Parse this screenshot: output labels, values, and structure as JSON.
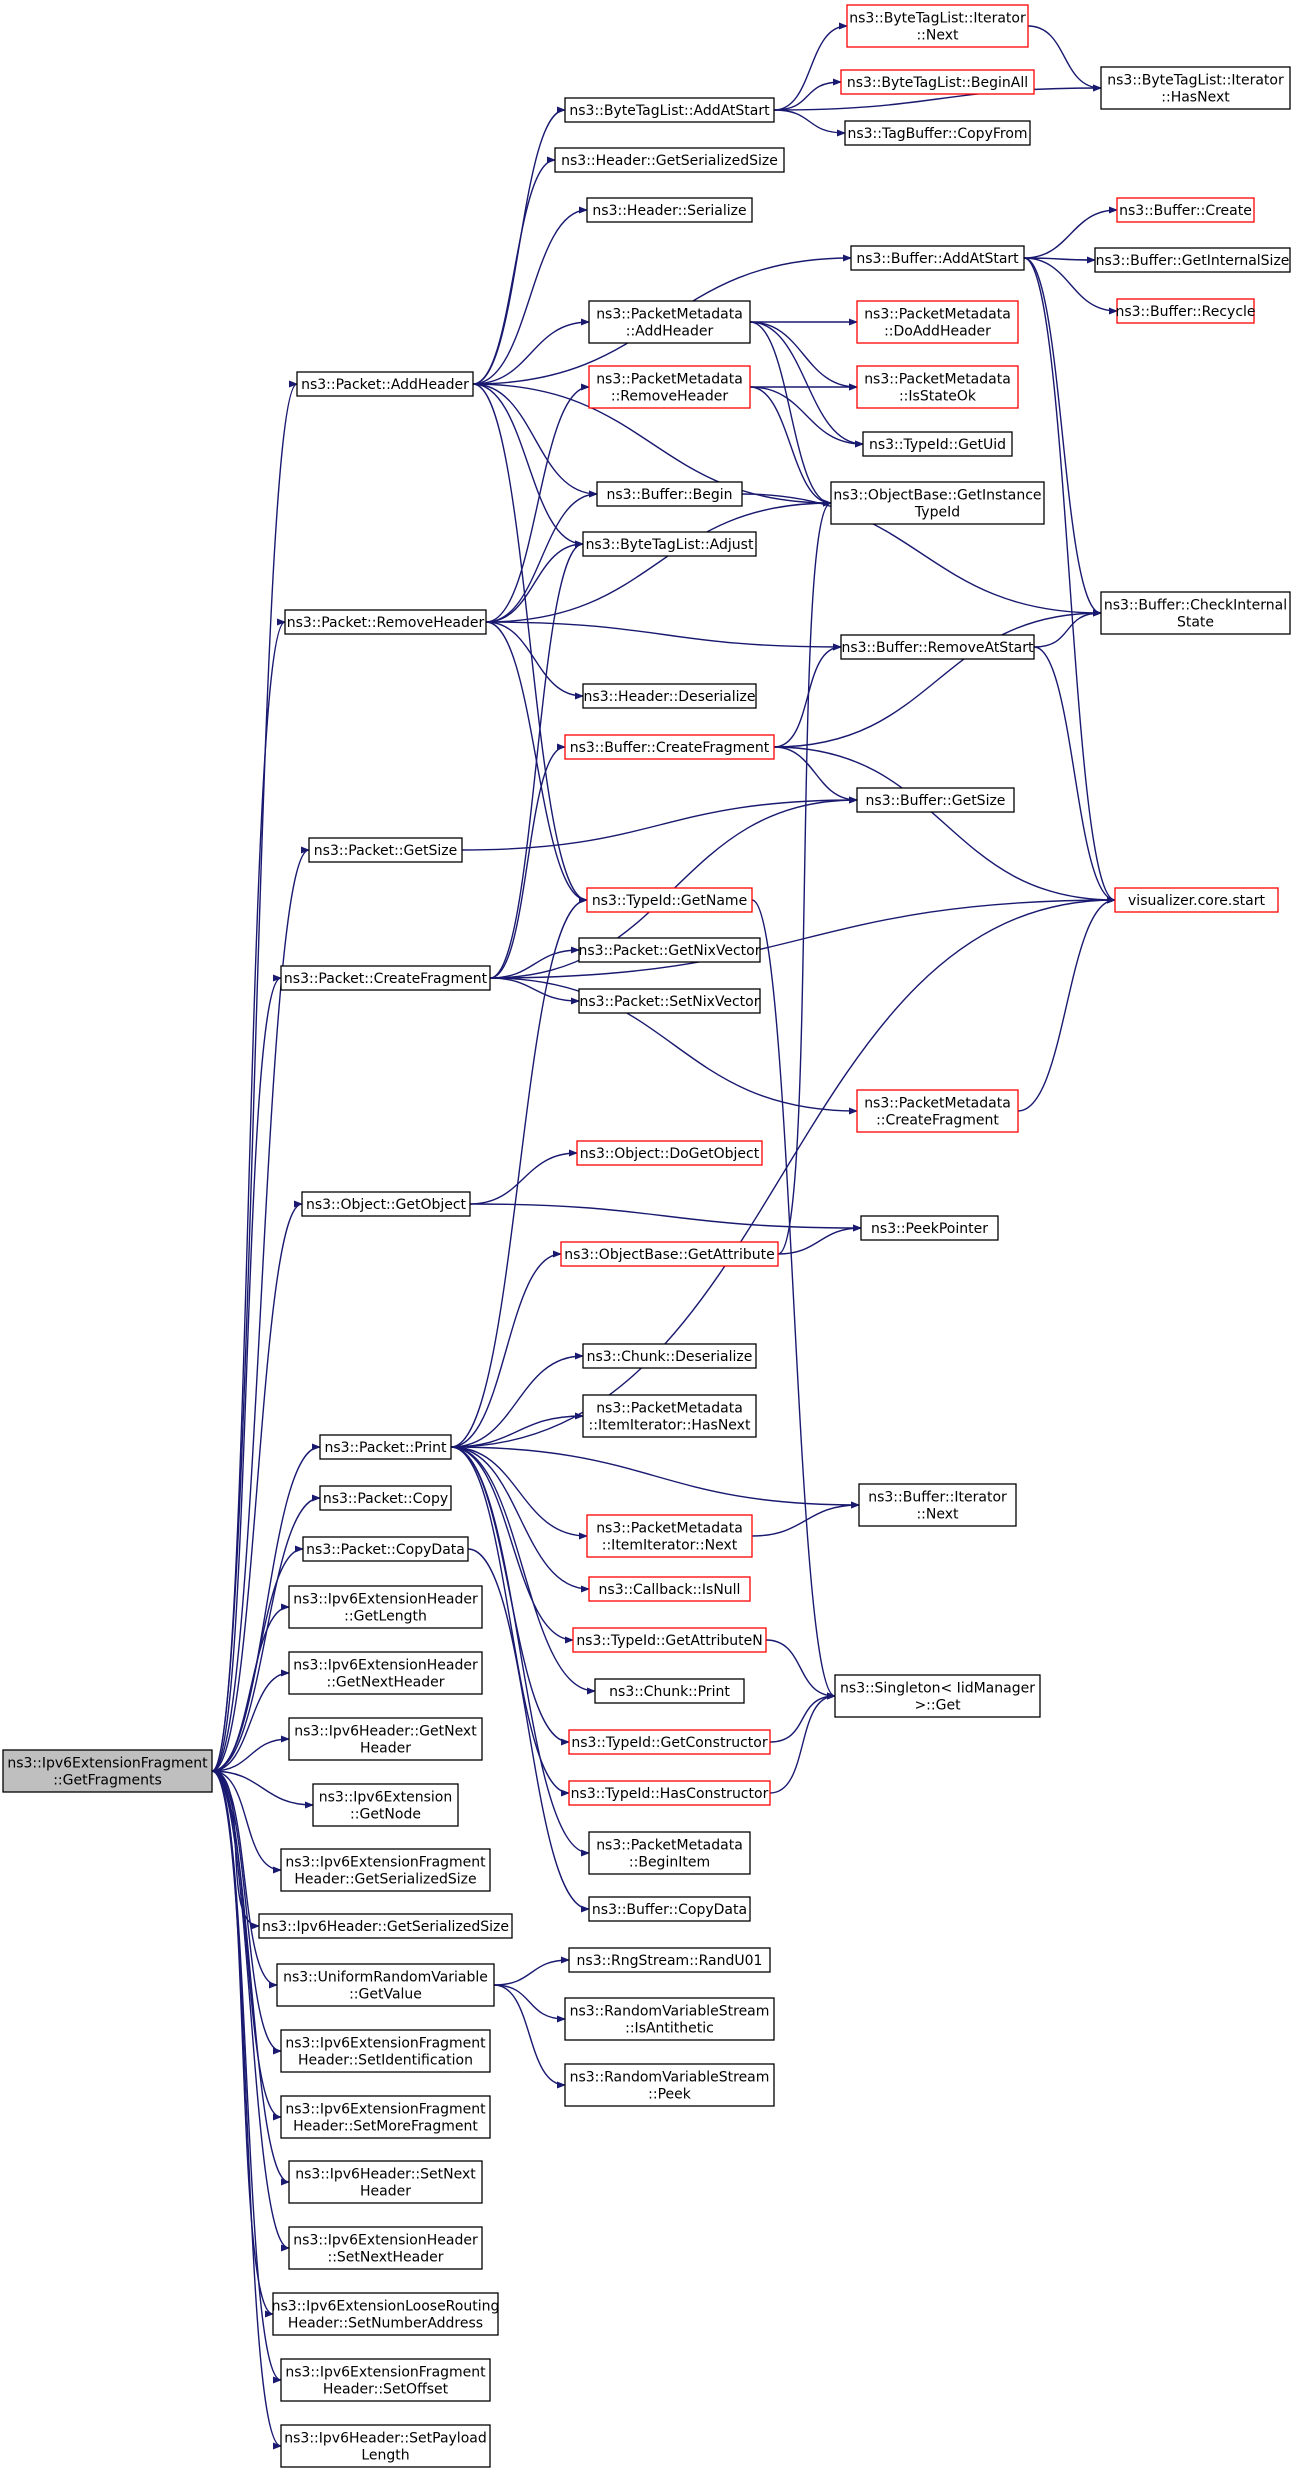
{
  "nodes": [
    {
      "id": "root",
      "lines": [
        "ns3::Ipv6ExtensionFragment",
        "::GetFragments"
      ]
    },
    {
      "id": "n_addheader",
      "lines": [
        "ns3::Packet::AddHeader"
      ]
    },
    {
      "id": "n_removeheader",
      "lines": [
        "ns3::Packet::RemoveHeader"
      ]
    },
    {
      "id": "n_getsize",
      "lines": [
        "ns3::Packet::GetSize"
      ]
    },
    {
      "id": "n_createfragment",
      "lines": [
        "ns3::Packet::CreateFragment"
      ]
    },
    {
      "id": "n_getobject",
      "lines": [
        "ns3::Object::GetObject"
      ]
    },
    {
      "id": "n_print",
      "lines": [
        "ns3::Packet::Print"
      ]
    },
    {
      "id": "n_copy",
      "lines": [
        "ns3::Packet::Copy"
      ]
    },
    {
      "id": "n_copydata",
      "lines": [
        "ns3::Packet::CopyData"
      ]
    },
    {
      "id": "n_exthdr_getlength",
      "lines": [
        "ns3::Ipv6ExtensionHeader",
        "::GetLength"
      ]
    },
    {
      "id": "n_exthdr_getnext",
      "lines": [
        "ns3::Ipv6ExtensionHeader",
        "::GetNextHeader"
      ]
    },
    {
      "id": "n_ipv6hdr_getnext",
      "lines": [
        "ns3::Ipv6Header::GetNext",
        "Header"
      ]
    },
    {
      "id": "n_ext_getnode",
      "lines": [
        "ns3::Ipv6Extension",
        "::GetNode"
      ]
    },
    {
      "id": "n_frag_getsersize",
      "lines": [
        "ns3::Ipv6ExtensionFragment",
        "Header::GetSerializedSize"
      ]
    },
    {
      "id": "n_ipv6hdr_getsersize",
      "lines": [
        "ns3::Ipv6Header::GetSerializedSize"
      ]
    },
    {
      "id": "n_urv_getvalue",
      "lines": [
        "ns3::UniformRandomVariable",
        "::GetValue"
      ]
    },
    {
      "id": "n_frag_setid",
      "lines": [
        "ns3::Ipv6ExtensionFragment",
        "Header::SetIdentification"
      ]
    },
    {
      "id": "n_frag_setmore",
      "lines": [
        "ns3::Ipv6ExtensionFragment",
        "Header::SetMoreFragment"
      ]
    },
    {
      "id": "n_ipv6hdr_setnext",
      "lines": [
        "ns3::Ipv6Header::SetNext",
        "Header"
      ]
    },
    {
      "id": "n_exthdr_setnext",
      "lines": [
        "ns3::Ipv6ExtensionHeader",
        "::SetNextHeader"
      ]
    },
    {
      "id": "n_loose_setnum",
      "lines": [
        "ns3::Ipv6ExtensionLooseRouting",
        "Header::SetNumberAddress"
      ]
    },
    {
      "id": "n_frag_setoffset",
      "lines": [
        "ns3::Ipv6ExtensionFragment",
        "Header::SetOffset"
      ]
    },
    {
      "id": "n_ipv6hdr_setpayload",
      "lines": [
        "ns3::Ipv6Header::SetPayload",
        "Length"
      ]
    },
    {
      "id": "n_btl_addatstart",
      "lines": [
        "ns3::ByteTagList::AddAtStart"
      ]
    },
    {
      "id": "n_hdr_getsersize",
      "lines": [
        "ns3::Header::GetSerializedSize"
      ]
    },
    {
      "id": "n_hdr_serialize",
      "lines": [
        "ns3::Header::Serialize"
      ]
    },
    {
      "id": "n_pm_addheader",
      "lines": [
        "ns3::PacketMetadata",
        "::AddHeader"
      ]
    },
    {
      "id": "n_pm_removeheader",
      "lines": [
        "ns3::PacketMetadata",
        "::RemoveHeader"
      ]
    },
    {
      "id": "n_buf_begin",
      "lines": [
        "ns3::Buffer::Begin"
      ]
    },
    {
      "id": "n_btl_adjust",
      "lines": [
        "ns3::ByteTagList::Adjust"
      ]
    },
    {
      "id": "n_hdr_deserialize",
      "lines": [
        "ns3::Header::Deserialize"
      ]
    },
    {
      "id": "n_buf_createfragment",
      "lines": [
        "ns3::Buffer::CreateFragment"
      ]
    },
    {
      "id": "n_typeid_getname",
      "lines": [
        "ns3::TypeId::GetName"
      ]
    },
    {
      "id": "n_getnixvector",
      "lines": [
        "ns3::Packet::GetNixVector"
      ]
    },
    {
      "id": "n_setnixvector",
      "lines": [
        "ns3::Packet::SetNixVector"
      ]
    },
    {
      "id": "n_obj_dogetobject",
      "lines": [
        "ns3::Object::DoGetObject"
      ]
    },
    {
      "id": "n_ob_getattribute",
      "lines": [
        "ns3::ObjectBase::GetAttribute"
      ]
    },
    {
      "id": "n_chunk_deserialize",
      "lines": [
        "ns3::Chunk::Deserialize"
      ]
    },
    {
      "id": "n_pm_ii_hasnext",
      "lines": [
        "ns3::PacketMetadata",
        "::ItemIterator::HasNext"
      ]
    },
    {
      "id": "n_pm_ii_next",
      "lines": [
        "ns3::PacketMetadata",
        "::ItemIterator::Next"
      ]
    },
    {
      "id": "n_cb_isnull",
      "lines": [
        "ns3::Callback::IsNull"
      ]
    },
    {
      "id": "n_typeid_getattrn",
      "lines": [
        "ns3::TypeId::GetAttributeN"
      ]
    },
    {
      "id": "n_chunk_print",
      "lines": [
        "ns3::Chunk::Print"
      ]
    },
    {
      "id": "n_typeid_getctor",
      "lines": [
        "ns3::TypeId::GetConstructor"
      ]
    },
    {
      "id": "n_typeid_hasctor",
      "lines": [
        "ns3::TypeId::HasConstructor"
      ]
    },
    {
      "id": "n_pm_beginitem",
      "lines": [
        "ns3::PacketMetadata",
        "::BeginItem"
      ]
    },
    {
      "id": "n_buf_copydata",
      "lines": [
        "ns3::Buffer::CopyData"
      ]
    },
    {
      "id": "n_rng_randu01",
      "lines": [
        "ns3::RngStream::RandU01"
      ]
    },
    {
      "id": "n_rvs_isantithetic",
      "lines": [
        "ns3::RandomVariableStream",
        "::IsAntithetic"
      ]
    },
    {
      "id": "n_rvs_peek",
      "lines": [
        "ns3::RandomVariableStream",
        "::Peek"
      ]
    },
    {
      "id": "n_btl_it_next",
      "lines": [
        "ns3::ByteTagList::Iterator",
        "::Next"
      ]
    },
    {
      "id": "n_btl_beginall",
      "lines": [
        "ns3::ByteTagList::BeginAll"
      ]
    },
    {
      "id": "n_tagbuf_copyfrom",
      "lines": [
        "ns3::TagBuffer::CopyFrom"
      ]
    },
    {
      "id": "n_buf_addatstart",
      "lines": [
        "ns3::Buffer::AddAtStart"
      ]
    },
    {
      "id": "n_pm_doaddheader",
      "lines": [
        "ns3::PacketMetadata",
        "::DoAddHeader"
      ]
    },
    {
      "id": "n_pm_isstateok",
      "lines": [
        "ns3::PacketMetadata",
        "::IsStateOk"
      ]
    },
    {
      "id": "n_typeid_getuid",
      "lines": [
        "ns3::TypeId::GetUid"
      ]
    },
    {
      "id": "n_ob_getinstancetypeid",
      "lines": [
        "ns3::ObjectBase::GetInstance",
        "TypeId"
      ]
    },
    {
      "id": "n_buf_removeatstart",
      "lines": [
        "ns3::Buffer::RemoveAtStart"
      ]
    },
    {
      "id": "n_buf_getsize",
      "lines": [
        "ns3::Buffer::GetSize"
      ]
    },
    {
      "id": "n_pm_createfragment",
      "lines": [
        "ns3::PacketMetadata",
        "::CreateFragment"
      ]
    },
    {
      "id": "n_peekpointer",
      "lines": [
        "ns3::PeekPointer"
      ]
    },
    {
      "id": "n_buf_it_next",
      "lines": [
        "ns3::Buffer::Iterator",
        "::Next"
      ]
    },
    {
      "id": "n_singleton_get",
      "lines": [
        "ns3::Singleton< IidManager",
        " >::Get"
      ]
    },
    {
      "id": "n_btl_it_hasnext",
      "lines": [
        "ns3::ByteTagList::Iterator",
        "::HasNext"
      ]
    },
    {
      "id": "n_buf_create",
      "lines": [
        "ns3::Buffer::Create"
      ]
    },
    {
      "id": "n_buf_getinternalsize",
      "lines": [
        "ns3::Buffer::GetInternalSize"
      ]
    },
    {
      "id": "n_buf_recycle",
      "lines": [
        "ns3::Buffer::Recycle"
      ]
    },
    {
      "id": "n_buf_checkinternal",
      "lines": [
        "ns3::Buffer::CheckInternal",
        "State"
      ]
    },
    {
      "id": "n_vis_core_start",
      "lines": [
        "visualizer.core.start"
      ]
    }
  ]
}
